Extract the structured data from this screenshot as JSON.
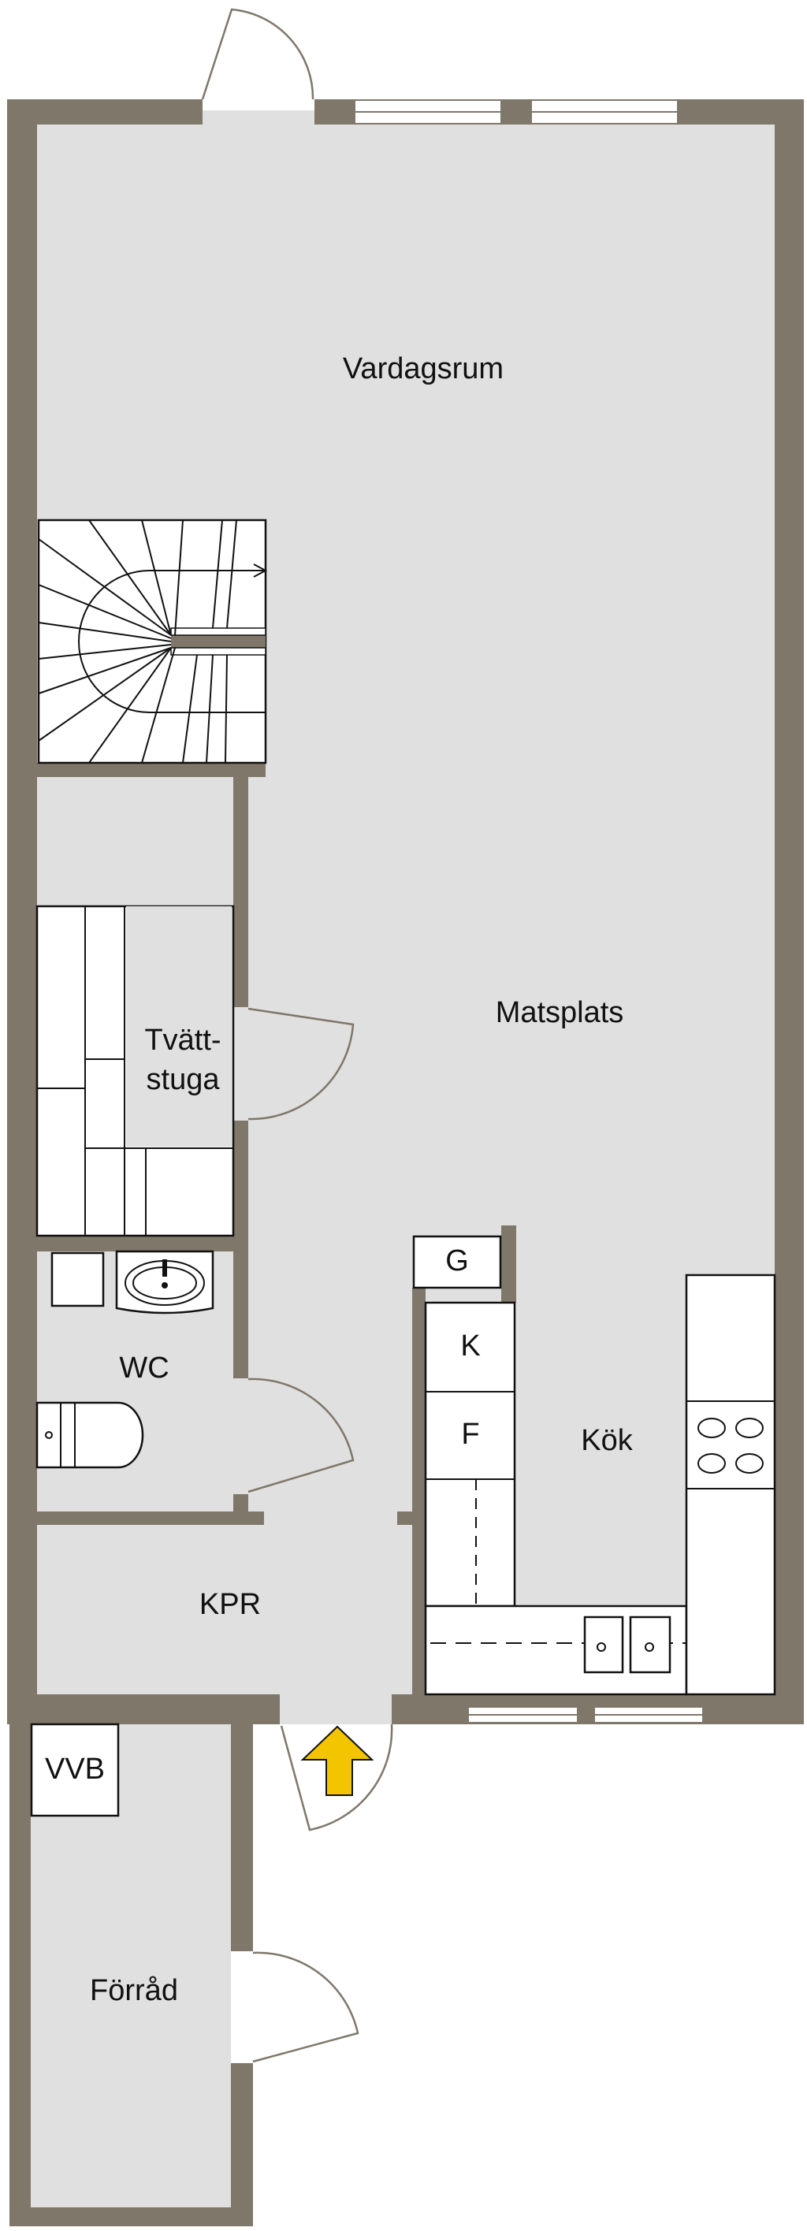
{
  "rooms": {
    "vardagsrum": "Vardagsrum",
    "matsplats": "Matsplats",
    "tvattstuga_1": "Tvätt-",
    "tvattstuga_2": "stuga",
    "wc": "WC",
    "kpr": "KPR",
    "kok": "Kök",
    "forrad": "Förråd"
  },
  "fixtures": {
    "kyl": "K",
    "frys": "F",
    "garderob": "G",
    "vvb": "VVB"
  },
  "colors": {
    "wall": "#7f7769",
    "floor": "#e0e0e0",
    "entrance_arrow": "#f2c500"
  }
}
